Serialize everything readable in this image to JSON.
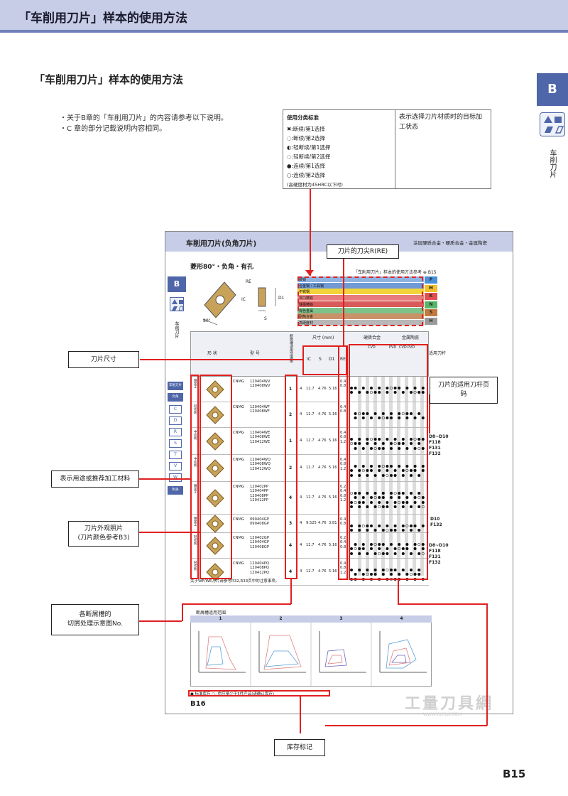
{
  "header": {
    "title": "「车削用刀片」样本的使用方法"
  },
  "section_title": "「车削用刀片」样本的使用方法",
  "bullets": [
    "・关于B章的「车削用刀片」的内容请参考以下说明。",
    "・C 章的部分记载说明内容相同。"
  ],
  "right_tab": {
    "letter": "B",
    "vertical_label": "车削刀片"
  },
  "legend": {
    "title": "使用分类标准",
    "items": [
      "✖:断续/第1选择",
      "◌:断续/第2选择",
      "◐:轻断续/第1选择",
      "◌:轻断续/第2选择",
      "●:连续/第1选择",
      "○:连续/第2选择"
    ],
    "note": "(高硬度材为45HRC以下时)",
    "right_text": "表示选择刀片材质时的目标加工状态"
  },
  "thumbnail": {
    "title": "车削用刀片(负角刀片)",
    "subtitle": "涂层硬质合金・硬质合金・金属陶瓷",
    "shape_title": "菱形80°・负角・有孔",
    "ref_text": "「车削用刀片」样本的使用方法参考 ⊕ B15",
    "tab_letter": "B",
    "vertical_label": "车削刀片",
    "drawing_labels": {
      "ic": "IC",
      "s": "S",
      "d1": "D1",
      "angle": "80°",
      "re": "RE"
    },
    "bands": [
      {
        "label": "碳钢",
        "color": "#8fb3e0"
      },
      {
        "label": "合金钢・工具钢",
        "color": "#6f9ad6"
      },
      {
        "label": "不锈钢",
        "color": "#f2d43a"
      },
      {
        "label": "灰口铸铁",
        "color": "#e87b7b"
      },
      {
        "label": "球墨铸铁",
        "color": "#d85a5a"
      },
      {
        "label": "有色金属",
        "color": "#7cc28a"
      },
      {
        "label": "耐热合金",
        "color": "#c99268"
      },
      {
        "label": "高硬度材",
        "color": "#b8b8b8"
      }
    ],
    "materials": [
      {
        "letter": "P",
        "color": "#4a90d9"
      },
      {
        "letter": "M",
        "color": "#f2c12e"
      },
      {
        "letter": "K",
        "color": "#e05050"
      },
      {
        "letter": "N",
        "color": "#5ab56a"
      },
      {
        "letter": "S",
        "color": "#c07a40"
      },
      {
        "letter": "H",
        "color": "#9a9a9a"
      }
    ],
    "table_head": {
      "shape": "形 状",
      "model": "型 号",
      "chip_no": "断屑槽适用范围图",
      "dims": "尺寸 (mm)",
      "cols": [
        "IC",
        "S",
        "D1",
        "RE"
      ],
      "grade_groups": [
        "硬质合金",
        "金属陶瓷"
      ],
      "coat_types": [
        "CVD",
        "PVD",
        "CVD",
        "PVD"
      ],
      "holder": "适用刀杆"
    },
    "sidebar": [
      "车削刀片",
      "负角",
      "C",
      "D",
      "R",
      "S",
      "T",
      "V",
      "W",
      "附录"
    ],
    "rows": [
      {
        "label": "精加工",
        "prefix": "CNMG",
        "models": [
          "120404WV",
          "120408WV"
        ],
        "chip": "1",
        "qty": "4",
        "ic": "12.7",
        "s": "4.76",
        "d1": "5.16",
        "re": [
          "0.4",
          "0.8"
        ]
      },
      {
        "label": "轻切削",
        "prefix": "CNMG",
        "models": [
          "120404WF",
          "120408WF"
        ],
        "chip": "2",
        "qty": "4",
        "ic": "12.7",
        "s": "4.76",
        "d1": "5.16",
        "re": [
          "0.4",
          "0.8"
        ]
      },
      {
        "label": "中切削",
        "prefix": "CNMG",
        "models": [
          "120404WE",
          "120408WE",
          "120412WE"
        ],
        "chip": "1",
        "qty": "4",
        "ic": "12.7",
        "s": "4.76",
        "d1": "5.16",
        "re": [
          "0.4",
          "0.8",
          "1.2"
        ]
      },
      {
        "label": "中切削",
        "prefix": "CNMG",
        "models": [
          "120404WQ",
          "120408WQ",
          "120412WQ"
        ],
        "chip": "2",
        "qty": "4",
        "ic": "12.7",
        "s": "4.76",
        "d1": "5.16",
        "re": [
          "0.4",
          "0.8",
          "1.2"
        ]
      },
      {
        "label": "精加工",
        "prefix": "CNMG",
        "models": [
          "120402PP",
          "120404PP",
          "120408PP",
          "120412PP"
        ],
        "chip": "4",
        "qty": "4",
        "ic": "12.7",
        "s": "4.76",
        "d1": "5.16",
        "re": [
          "0.2",
          "0.4",
          "0.8",
          "1.2"
        ]
      },
      {
        "label": "精加工",
        "prefix": "CNMG",
        "models": [
          "090404GP",
          "090408GP"
        ],
        "chip": "3",
        "qty": "4",
        "ic": "9.525",
        "s": "4.76",
        "d1": "3.81",
        "re": [
          "0.4",
          "0.8"
        ]
      },
      {
        "label": "轻切削",
        "prefix": "CNMG",
        "models": [
          "120402GP",
          "120404GP",
          "120408GP"
        ],
        "chip": "4",
        "qty": "4",
        "ic": "12.7",
        "s": "4.76",
        "d1": "5.16",
        "re": [
          "0.2",
          "0.4",
          "0.8"
        ]
      },
      {
        "label": "轻切削",
        "prefix": "CNMG",
        "models": [
          "120404PQ",
          "120408PQ",
          "120412PQ"
        ],
        "chip": "4",
        "qty": "4",
        "ic": "12.7",
        "s": "4.76",
        "d1": "5.16",
        "re": [
          "0.4",
          "0.8",
          "1.2"
        ]
      }
    ],
    "holder_refs": [
      [
        "D8~D10",
        "F118",
        "F131",
        "F132"
      ],
      [
        "D10",
        "F132"
      ],
      [
        "D8~D10",
        "F118",
        "F131",
        "F132"
      ]
    ],
    "footnote": "关于WF/WE刀片请参考R32,R33页中的注意事项。",
    "chip_title": "断屑槽适用范围",
    "chip_cols": [
      "1",
      "2",
      "3",
      "4"
    ],
    "stock": "● 标准库存  ○: 供应量少于5件产品(请确认库存)",
    "page": "B16"
  },
  "callouts": {
    "re": "刀片的刀尖R(RE)",
    "size": "刀片尺寸",
    "holder": "刀片的适用刀杆页码",
    "usage": "表示用途或推荐加工材料",
    "photo": "刀片外观照片\n(刀片颜色参考B3)",
    "chip": "各断屑槽的\n切屑处理示意图No.",
    "stock": "库存标记"
  },
  "watermark": {
    "text": "工量刀具網",
    "url": "WWW.GLRJW.COM"
  },
  "page_number": "B15"
}
